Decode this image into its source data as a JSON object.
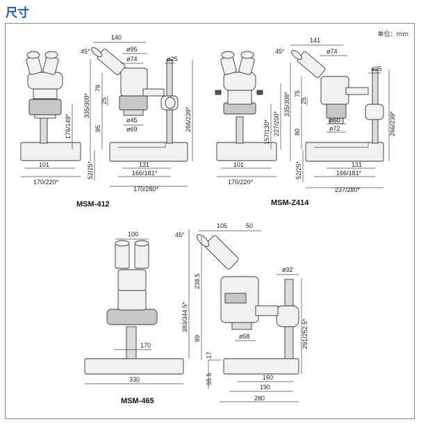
{
  "header": {
    "title": "尺寸",
    "unit": "单位：mm"
  },
  "models": {
    "msm412": {
      "name": "MSM-412",
      "dims": {
        "d140": "140",
        "angle": "45°",
        "d95": "ø95",
        "d74": "ø74",
        "d25": "ø25",
        "d335": "335/308*",
        "d79": "79",
        "d25v": "25",
        "d95v": "95",
        "d45": "ø45",
        "d69": "ø69",
        "d266": "266/239*",
        "d176": "176/149*",
        "d101": "101",
        "d170": "170/220*",
        "d52": "52/25*",
        "d131": "131",
        "d166": "166/181*",
        "d170b": "170/280*"
      }
    },
    "msmz414": {
      "name": "MSM-Z414",
      "dims": {
        "d141": "141",
        "angle": "45°",
        "d74": "ø74",
        "d25": "ø25",
        "d335": "335/308*",
        "d75": "75",
        "d25v": "25",
        "d80": "80",
        "d60": "ø60",
        "d72": "ø72",
        "d266": "266/239*",
        "d227": "227/200*",
        "d157": "157/130*",
        "d101": "101",
        "d170": "170/220*",
        "d52": "52/25*",
        "d131": "131",
        "d166": "166/181*",
        "d237": "237/280*"
      }
    },
    "msm465": {
      "name": "MSM-465",
      "dims": {
        "d100": "100",
        "d170": "170",
        "d330": "330"
      }
    },
    "msm465side": {
      "dims": {
        "angle": "45°",
        "d105": "105",
        "d50": "50",
        "d32": "ø32",
        "d383": "383/344.5*",
        "d238": "238.5",
        "d89": "89",
        "d17": "17",
        "d55": "55.5",
        "d58": "ø58",
        "d291": "291/252.5*",
        "d160": "160",
        "d190": "190",
        "d280": "280"
      }
    }
  }
}
